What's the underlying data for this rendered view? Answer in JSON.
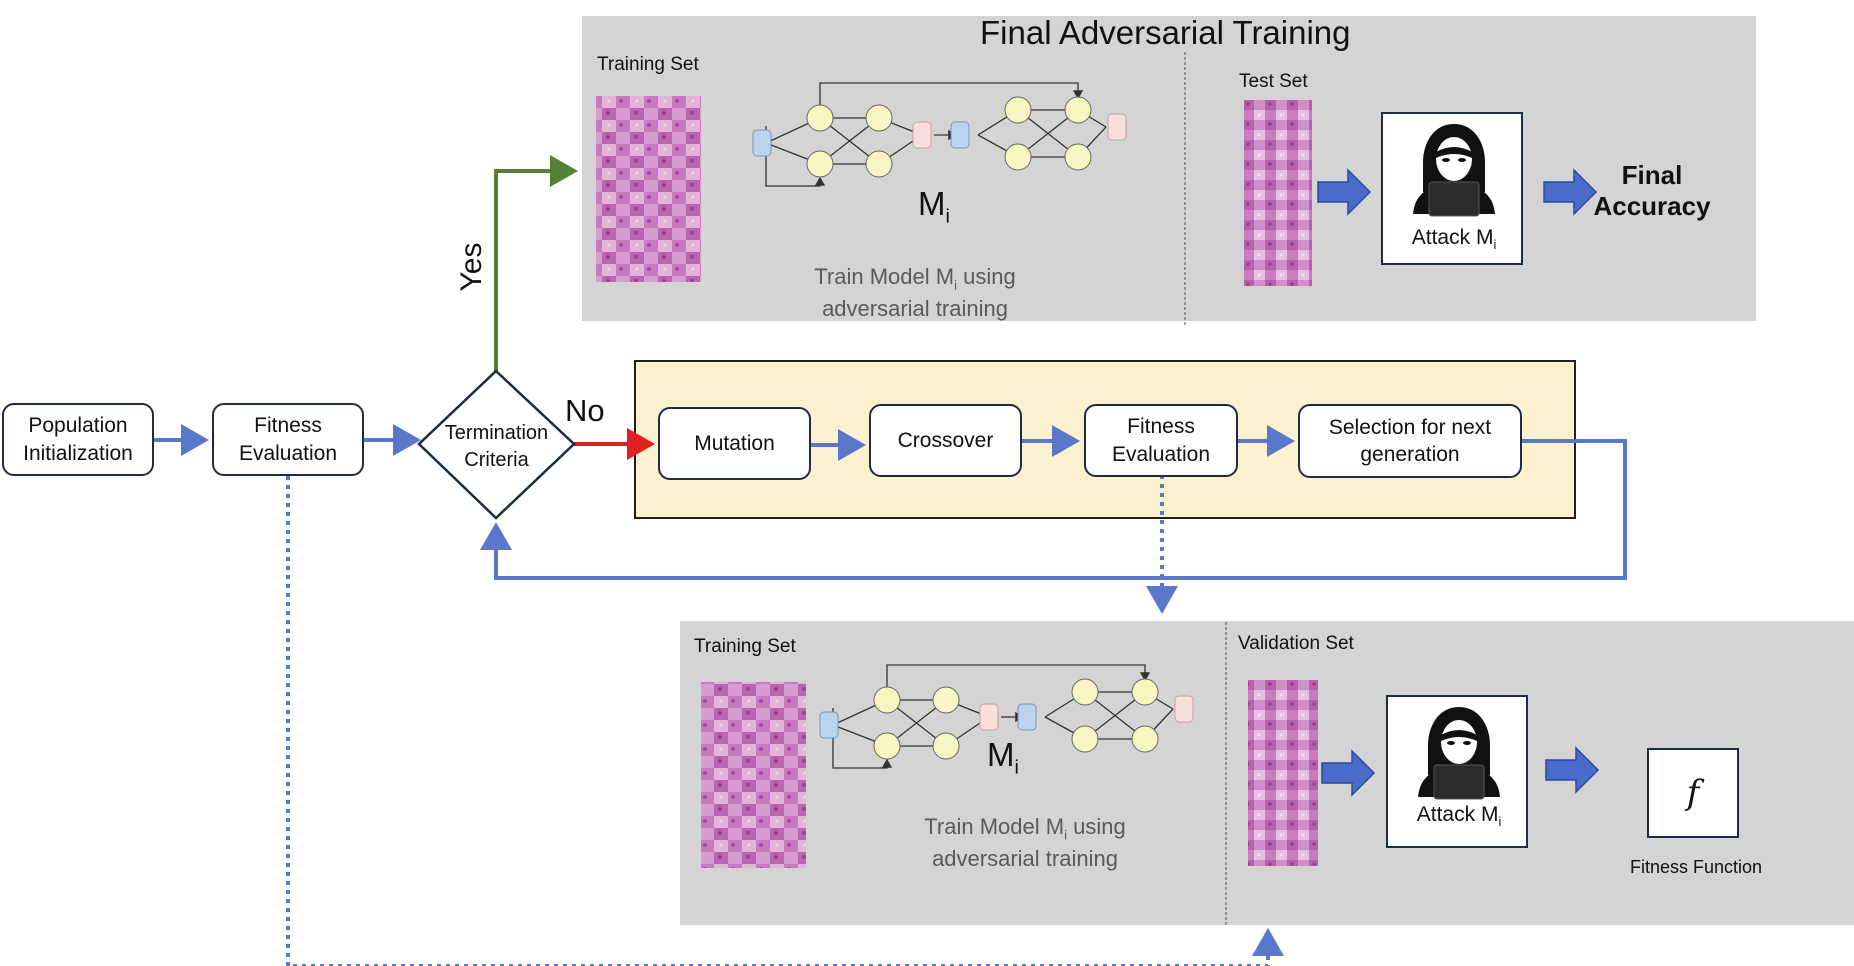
{
  "top_panel": {
    "title": "Final Adversarial Training",
    "training_set_label": "Training Set",
    "test_set_label": "Test Set",
    "model_label": "M",
    "model_sub": "i",
    "train_text_1a": "Train Model M",
    "train_text_1b": " using",
    "train_text_2": "adversarial training",
    "attack_label": "Attack M",
    "final_accuracy": "Final\nAccuracy"
  },
  "flow": {
    "population_init": "Population\nInitialization",
    "fitness_eval_1": "Fitness\nEvaluation",
    "termination": "Termination\nCriteria",
    "yes": "Yes",
    "no": "No",
    "mutation": "Mutation",
    "crossover": "Crossover",
    "fitness_eval_2": "Fitness\nEvaluation",
    "selection": "Selection for next\ngeneration"
  },
  "bottom_panel": {
    "training_set_label": "Training Set",
    "validation_set_label": "Validation Set",
    "model_label": "M",
    "model_sub": "i",
    "train_text_1a": "Train Model M",
    "train_text_1b": " using",
    "train_text_2": "adversarial training",
    "attack_label": "Attack M",
    "fitness_symbol": "f",
    "fitness_function": "Fitness Function"
  },
  "colors": {
    "flow_arrow": "#5b77c9",
    "yes_arrow": "#548235",
    "no_arrow": "#e02020",
    "panel_gray": "#d4d4d4",
    "panel_yellow": "#fbf1cf",
    "node_border": "#1f2a44"
  }
}
